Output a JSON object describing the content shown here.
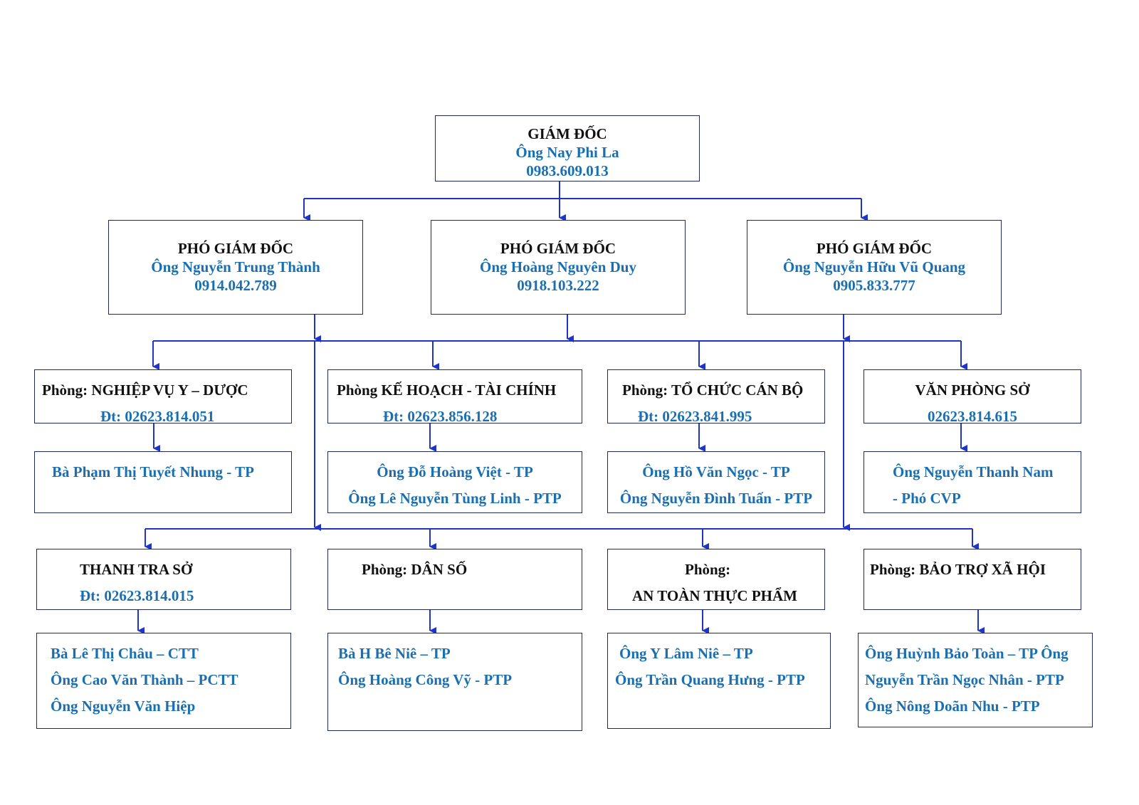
{
  "accent_color": "#1a6fb0",
  "line_color": "#1f35c8",
  "giam_doc": {
    "title": "GIÁM ĐỐC",
    "name": "Ông Nay Phi La",
    "phone": "0983.609.013"
  },
  "pho_giam_doc": [
    {
      "title": "PHÓ GIÁM ĐỐC",
      "name": "Ông Nguyễn Trung Thành",
      "phone": "0914.042.789"
    },
    {
      "title": "PHÓ GIÁM ĐỐC",
      "name": "Ông Hoàng Nguyên Duy",
      "phone": "0918.103.222"
    },
    {
      "title": "PHÓ GIÁM ĐỐC",
      "name": "Ông Nguyễn Hữu Vũ Quang",
      "phone": "0905.833.777"
    }
  ],
  "departments_row1": [
    {
      "title": "Phòng: NGHIỆP VỤ Y – DƯỢC",
      "phone": "Đt: 02623.814.051",
      "staff": [
        "Bà Phạm Thị Tuyết Nhung - TP"
      ]
    },
    {
      "title": "Phòng KẾ HOẠCH - TÀI CHÍNH",
      "phone": "Đt: 02623.856.128",
      "staff": [
        "Ông Đỗ Hoàng Việt - TP",
        "Ông Lê Nguyễn Tùng Linh - PTP"
      ]
    },
    {
      "title": "Phòng: TỔ CHỨC CÁN BỘ",
      "phone": "Đt: 02623.841.995",
      "staff": [
        "Ông Hồ Văn Ngọc - TP",
        "Ông Nguyễn Đình Tuấn - PTP"
      ]
    },
    {
      "title": "VĂN PHÒNG SỞ",
      "phone": "02623.814.615",
      "staff": [
        "Ông Nguyễn Thanh Nam",
        "- Phó CVP"
      ]
    }
  ],
  "departments_row2": [
    {
      "title": "THANH TRA SỞ",
      "phone": "Đt: 02623.814.015",
      "staff": [
        "Bà Lê Thị Châu – CTT",
        "Ông Cao Văn Thành – PCTT",
        "Ông Nguyễn Văn Hiệp"
      ]
    },
    {
      "title": "Phòng: DÂN SỐ",
      "staff": [
        "Bà H Bê Niê – TP",
        "Ông Hoàng Công Vỹ - PTP"
      ]
    },
    {
      "title": "Phòng:",
      "title2": "AN TOÀN THỰC PHẨM",
      "staff": [
        "Ông Y Lâm Niê – TP",
        "Ông Trần Quang Hưng - PTP"
      ]
    },
    {
      "title": "Phòng: BẢO TRỢ XÃ HỘI",
      "staff": [
        "Ông Huỳnh Bảo Toàn – TP Ông",
        "Nguyễn Trần Ngọc Nhân - PTP",
        "Ông Nông Doãn Nhu - PTP"
      ]
    }
  ]
}
